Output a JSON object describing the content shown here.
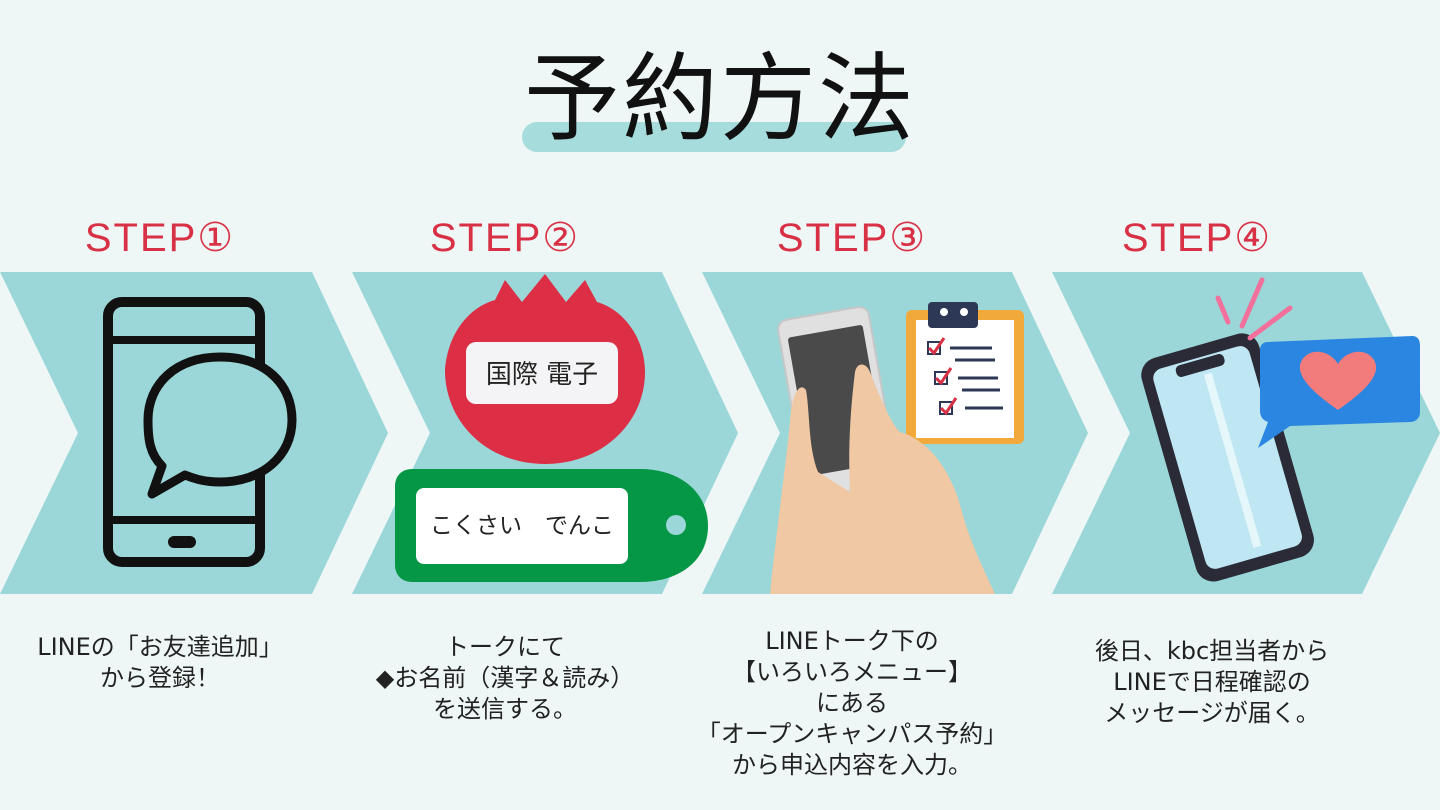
{
  "title": "予約方法",
  "steps": [
    {
      "label": "STEP①",
      "lines": [
        "LINEの「お友達追加」",
        "から登録！"
      ]
    },
    {
      "label": "STEP②",
      "lines": [
        "トークにて",
        "◆お名前（漢字＆読み）",
        "を送信する。"
      ]
    },
    {
      "label": "STEP③",
      "lines": [
        "LINEトーク下の",
        "【いろいろメニュー】",
        "にある",
        "「オープンキャンパス予約」",
        "から申込内容を入力。"
      ]
    },
    {
      "label": "STEP④",
      "lines": [
        "後日、kbc担当者から",
        "LINEで日程確認の",
        "メッセージが届く。"
      ]
    }
  ],
  "badge": {
    "name_kanji": "国際 電子",
    "name_reading": "こくさい　でんこ"
  },
  "colors": {
    "background": "#eef7f6",
    "arrow": "#9bd7d8",
    "step_label": "#d83146",
    "title_underline": "#a6dcdc"
  }
}
